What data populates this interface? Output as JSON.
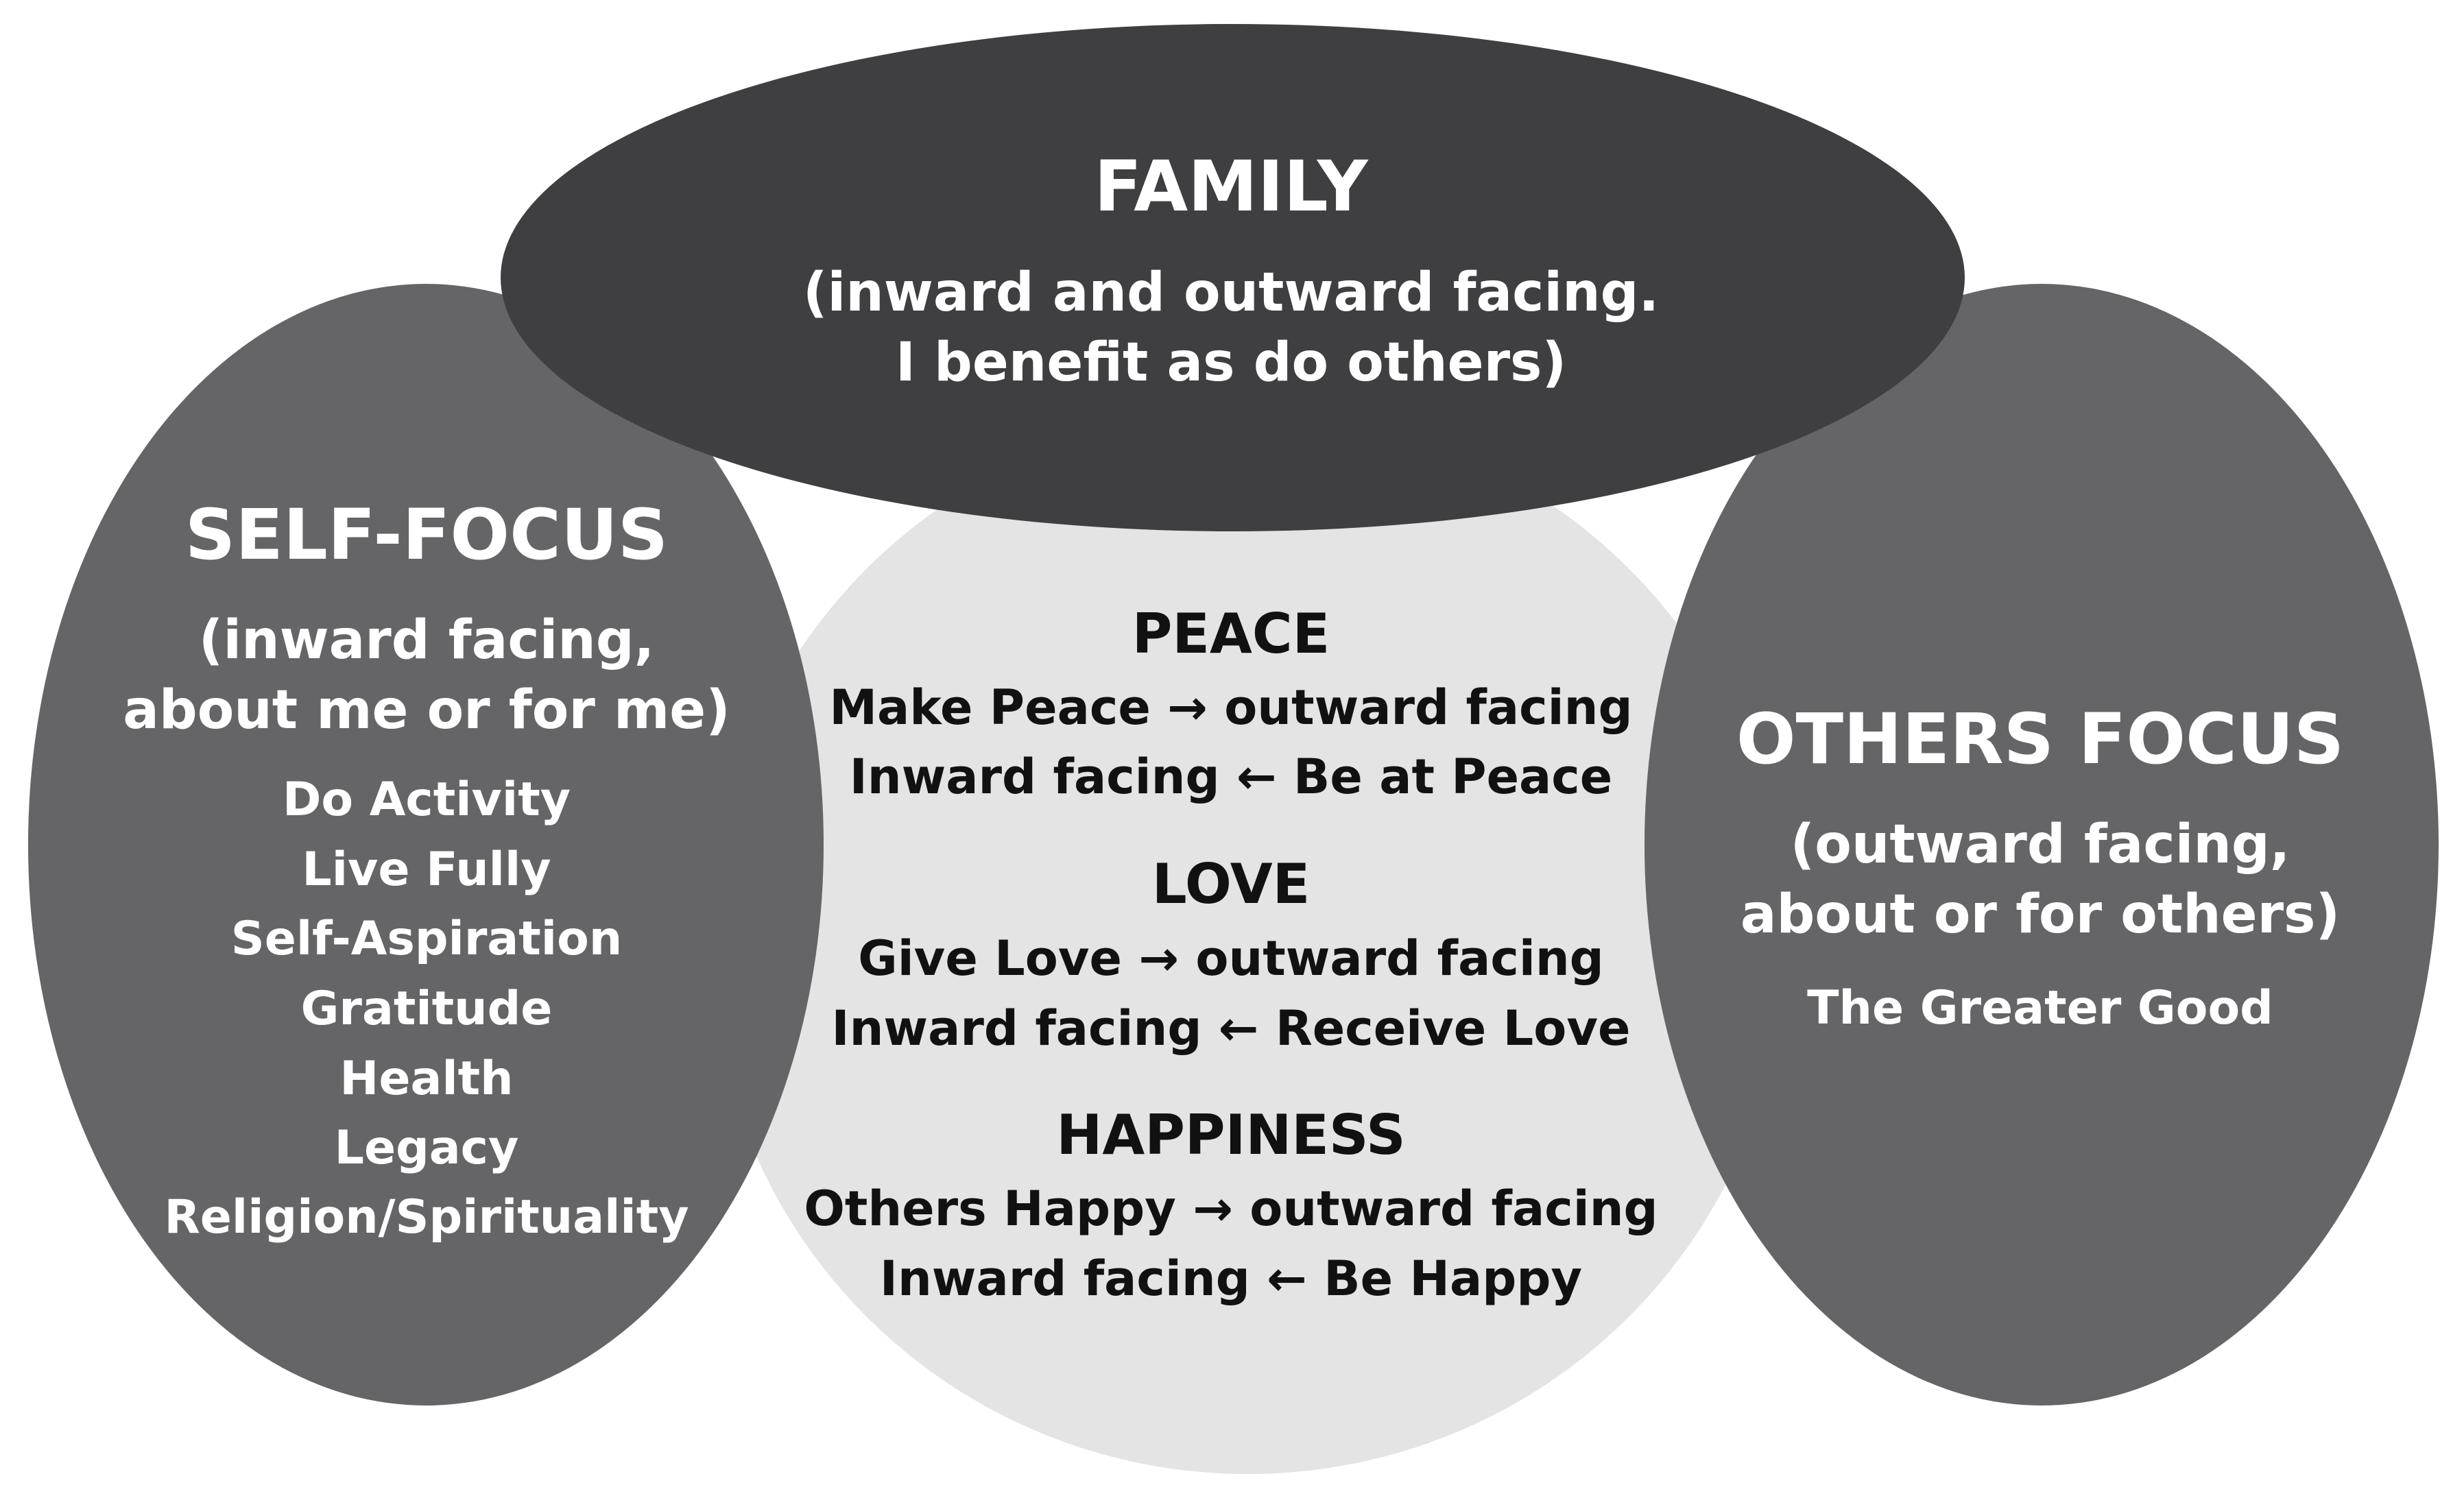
{
  "family": {
    "title": "FAMILY",
    "subtitle_lines": [
      "(inward and outward facing.",
      "I benefit as do others)"
    ]
  },
  "self_focus": {
    "title": "SELF-FOCUS",
    "subtitle_lines": [
      "(inward facing,",
      "about me or for me)"
    ],
    "items": [
      "Do Activity",
      "Live Fully",
      "Self-Aspiration",
      "Gratitude",
      "Health",
      "Legacy",
      "Religion/Spirituality"
    ]
  },
  "others_focus": {
    "title": "OTHERS FOCUS",
    "subtitle_lines": [
      "(outward facing,",
      "about or for others)"
    ],
    "items": [
      "The Greater Good"
    ]
  },
  "center": {
    "sections": [
      {
        "heading": "PEACE",
        "lines": [
          "Make Peace → outward facing",
          "Inward facing ← Be at Peace"
        ]
      },
      {
        "heading": "LOVE",
        "lines": [
          "Give Love → outward facing",
          "Inward facing ← Receive Love"
        ]
      },
      {
        "heading": "HAPPINESS",
        "lines": [
          "Others Happy → outward facing",
          "Inward facing ← Be Happy"
        ]
      }
    ]
  },
  "colors": {
    "family_fill": "#3f3f42",
    "side_fill": "#656567",
    "center_fill": "#e4e4e5",
    "light_text": "#ffffff",
    "dark_text": "#111111"
  }
}
